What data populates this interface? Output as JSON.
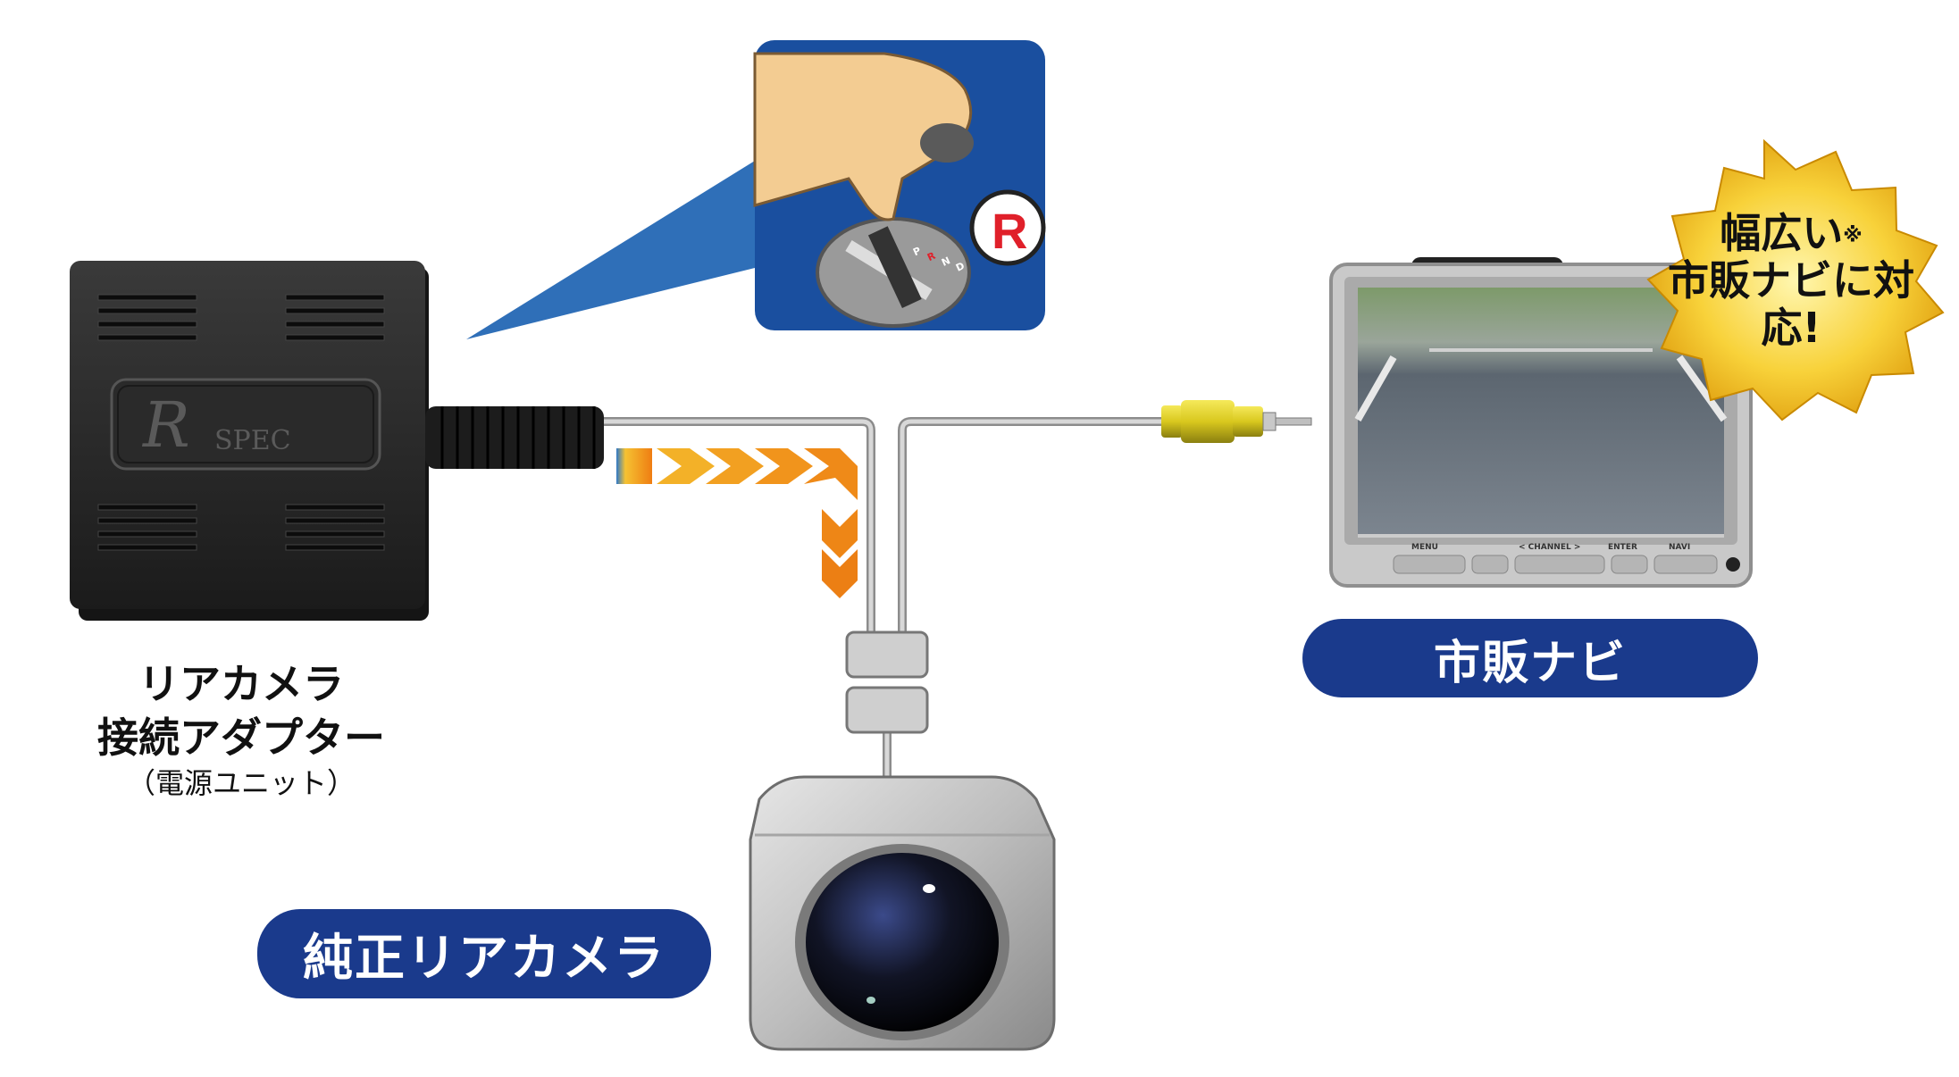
{
  "adapter": {
    "logo_r": "R",
    "logo_spec": "SPEC",
    "label_line1": "リアカメラ",
    "label_line2": "接続アダプター",
    "label_line3": "（電源ユニット）"
  },
  "shifter": {
    "gear_badge": "R",
    "gear_letters": [
      "P",
      "R",
      "N",
      "D"
    ]
  },
  "monitor": {
    "buttons": [
      "MENU",
      "< CHANNEL >",
      "ENTER",
      "NAVI"
    ],
    "label": "市販ナビ"
  },
  "burst": {
    "line1": "幅広い",
    "note_mark": "※",
    "line2": "市販ナビに対応!"
  },
  "camera": {
    "label": "純正リアカメラ"
  },
  "colors": {
    "pill_blue": "#1a3a8c",
    "arrow_orange": "#f08a1c",
    "burst_gold": "#f5c518"
  }
}
